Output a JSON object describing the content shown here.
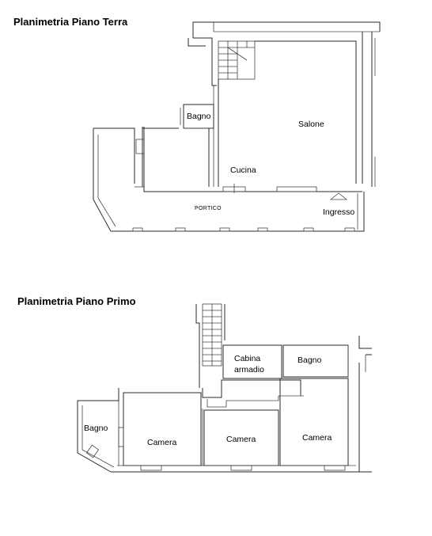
{
  "titles": {
    "ground": "Planimetria Piano Terra",
    "first": "Planimetria Piano Primo"
  },
  "ground_floor": {
    "bagno": "Bagno",
    "salone": "Salone",
    "cucina": "Cucina",
    "portico": "PORTICO",
    "ingresso": "Ingresso"
  },
  "first_floor": {
    "cabina_line1": "Cabina",
    "cabina_line2": "armadio",
    "bagno_right": "Bagno",
    "bagno_left": "Bagno",
    "camera_1": "Camera",
    "camera_2": "Camera",
    "camera_3": "Camera"
  },
  "colors": {
    "line": "#2a2a2a",
    "background": "#ffffff"
  }
}
